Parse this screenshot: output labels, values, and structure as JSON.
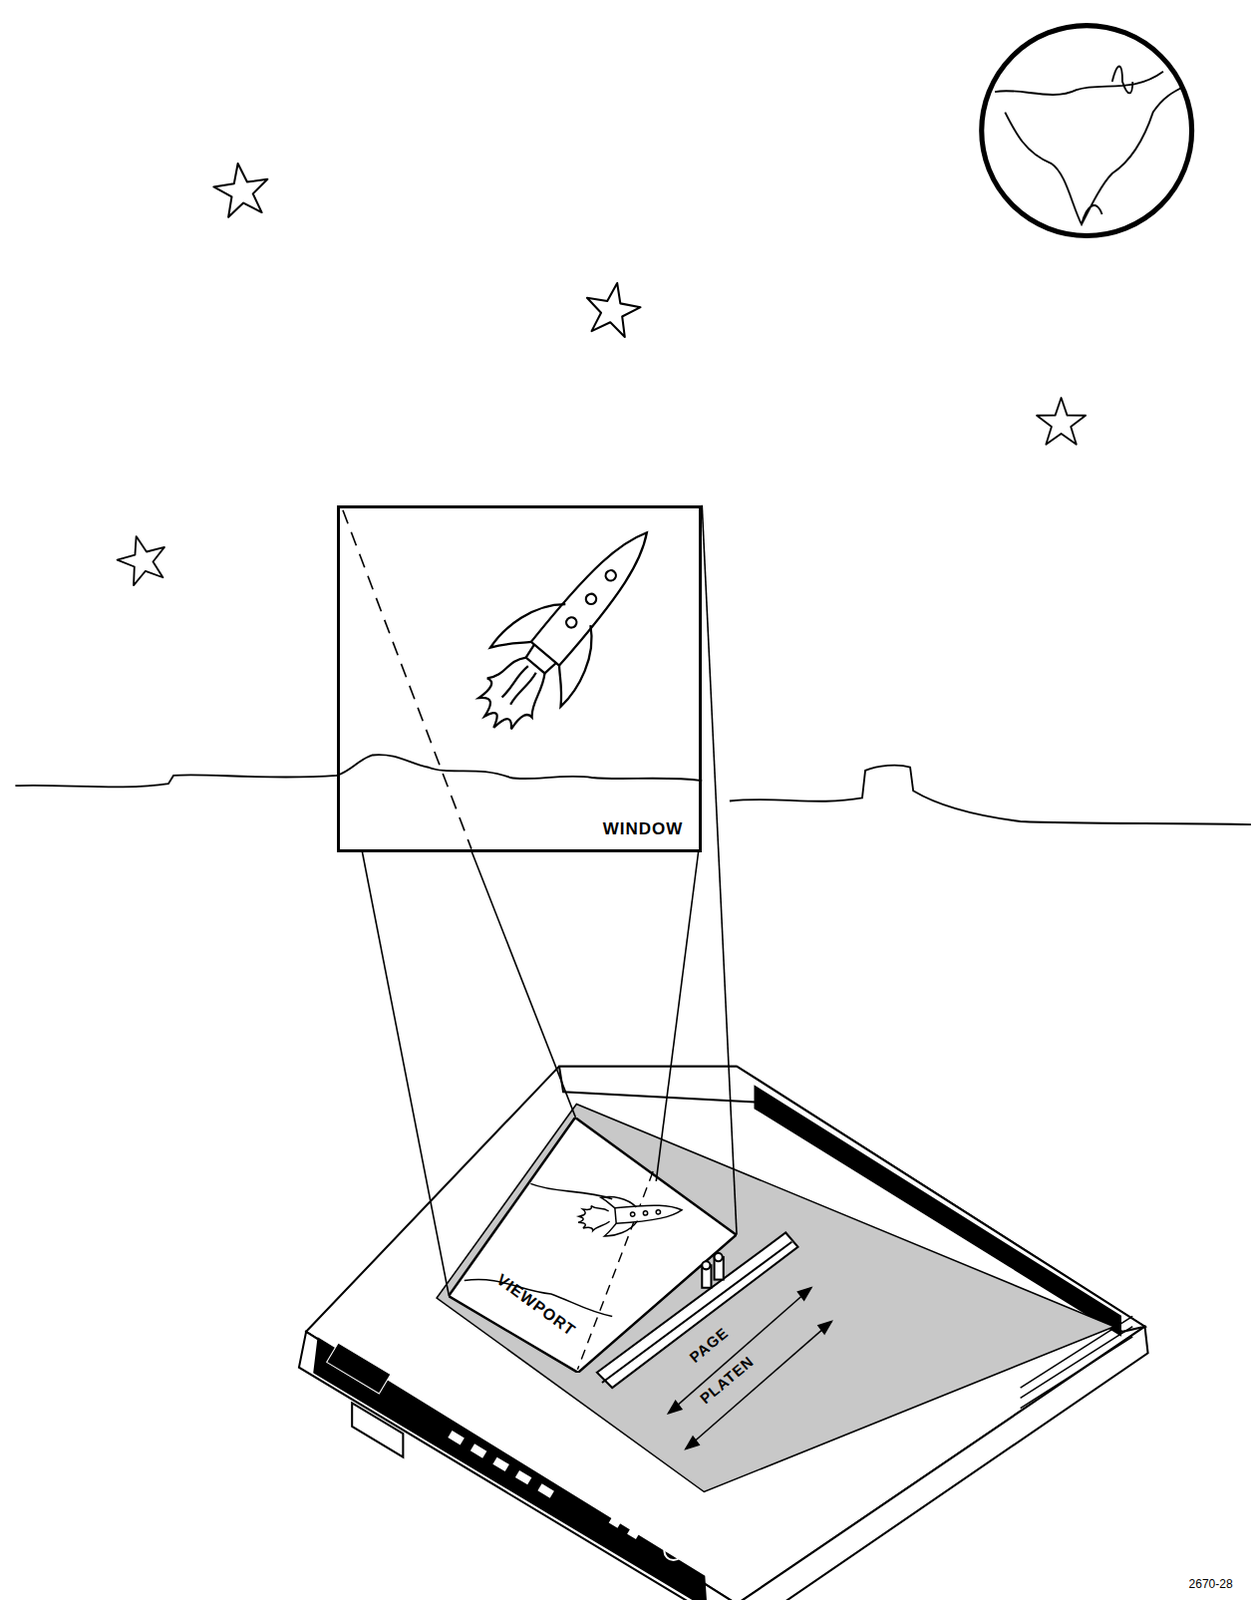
{
  "diagram": {
    "nodes": [
      {
        "text": [
          "WINDOW"
        ]
      },
      {
        "text": [
          "VIEWPORT"
        ]
      }
    ],
    "edges": [
      {
        "from": 0,
        "to": 1,
        "arrow": "none"
      },
      {
        "from": 0,
        "to": 1,
        "arrow": "none"
      },
      {
        "from": 0,
        "to": 1,
        "arrow": "none"
      },
      {
        "from": 0,
        "to": 1,
        "arrow": "none"
      }
    ],
    "labels": [
      "PAGE",
      "PLATEN",
      "2670-28"
    ]
  }
}
